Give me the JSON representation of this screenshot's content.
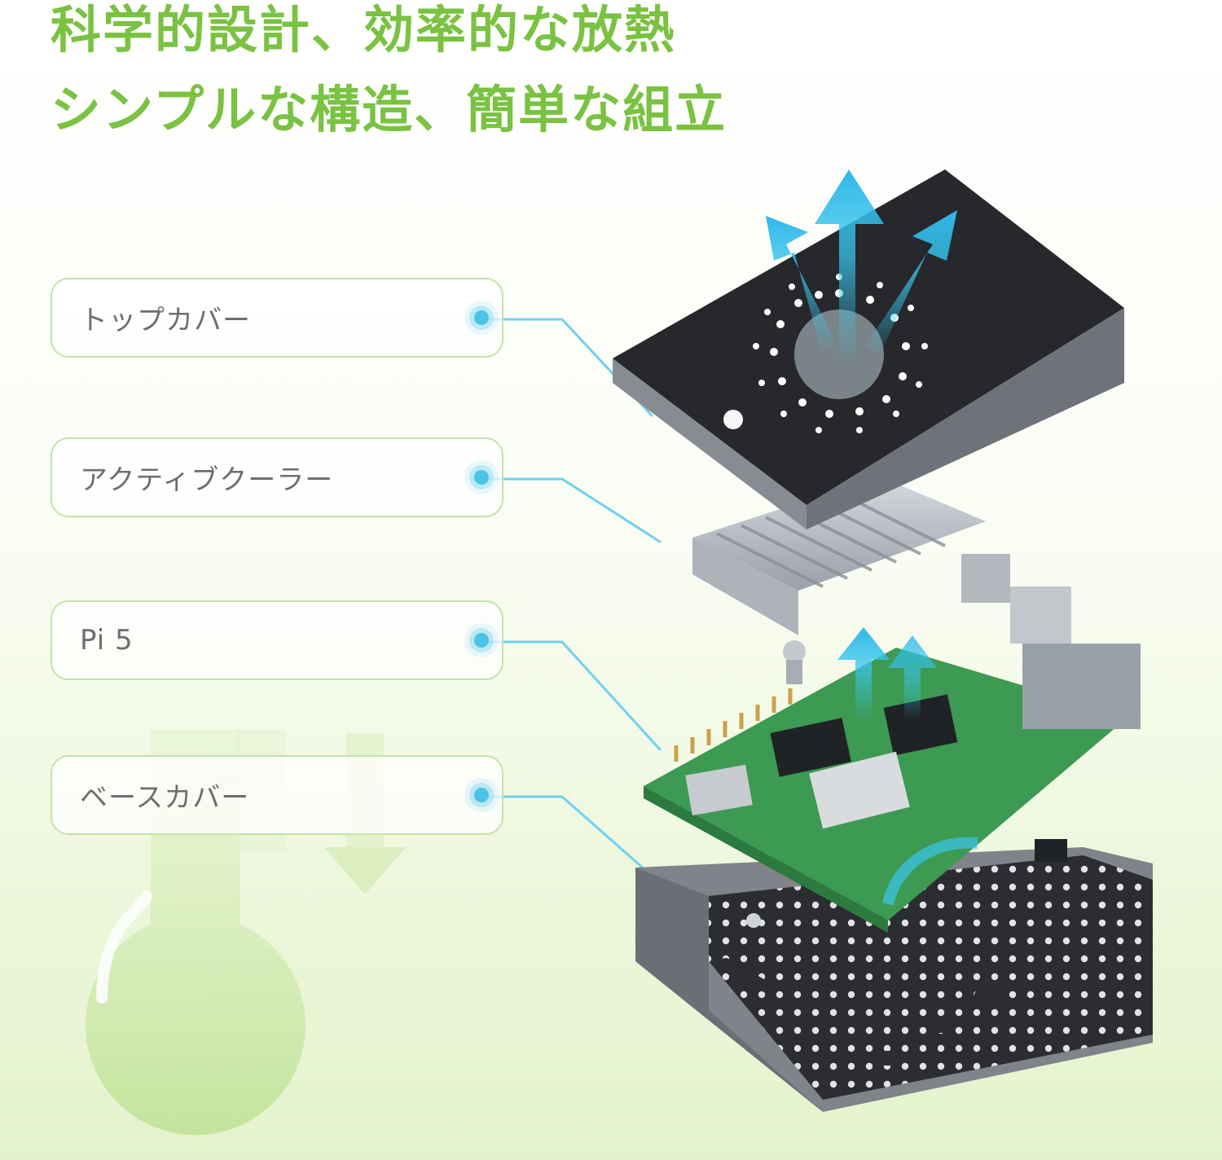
{
  "headline": {
    "line1": "科学的設計、効率的な放熱",
    "line2": "シンプルな構造、簡単な組立"
  },
  "labels": [
    {
      "text": "トップカバー"
    },
    {
      "text": "アクティブクーラー"
    },
    {
      "text": "Pi 5"
    },
    {
      "text": "ベースカバー"
    }
  ],
  "colors": {
    "accent_green": "#7ac241",
    "label_border": "#c3e3a8",
    "pointer_blue": "#4cc3e6",
    "airflow_cyan": "#39c6ee",
    "case_dark": "#2a2c2f",
    "case_edge": "#7d8086",
    "pcb_green": "#3c9a52"
  },
  "icons": {
    "thermometer": "thermometer-icon",
    "arrow": "down-arrow-icon",
    "fan": "fan-vent-icon"
  }
}
